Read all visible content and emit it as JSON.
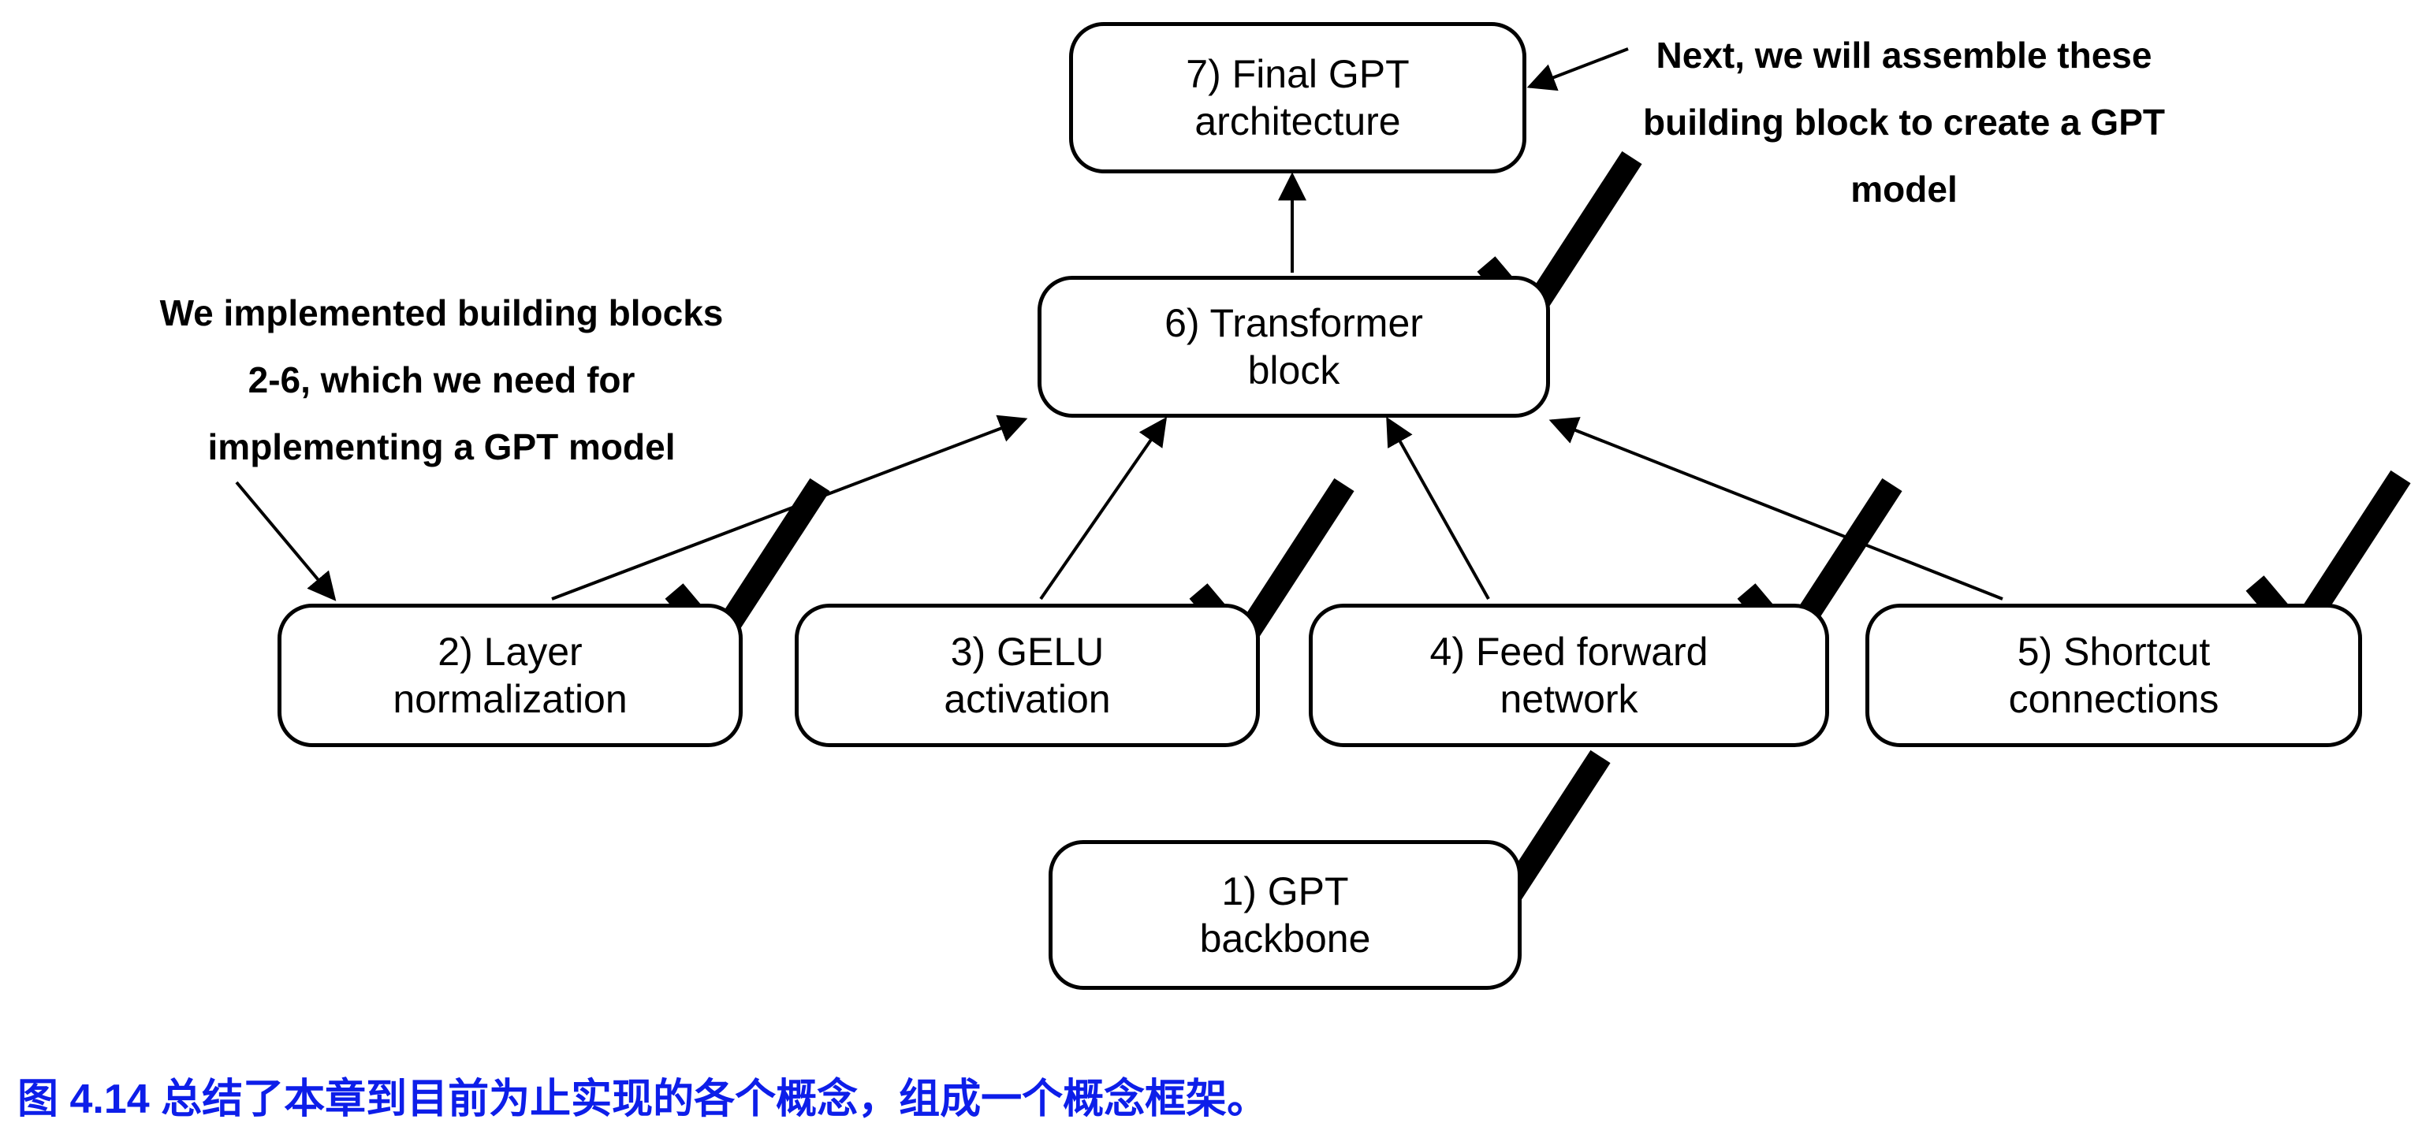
{
  "diagram": {
    "boxes": [
      {
        "label": "1) GPT\nbackbone",
        "checked": true
      },
      {
        "label": "2) Layer\nnormalization",
        "checked": true
      },
      {
        "label": "3) GELU\nactivation",
        "checked": true
      },
      {
        "label": "4) Feed forward\nnetwork",
        "checked": true
      },
      {
        "label": "5) Shortcut\nconnections",
        "checked": true
      },
      {
        "label": "6) Transformer\nblock",
        "checked": true
      },
      {
        "label": "7) Final GPT\narchitecture",
        "checked": false
      }
    ],
    "annotations": {
      "left": "We implemented building blocks\n2-6, which we need for\nimplementing a GPT model",
      "right": "Next, we will assemble these\nbuilding block to create a GPT\nmodel"
    },
    "caption": "图 4.14 总结了本章到目前为止实现的各个概念，组成一个概念框架。"
  },
  "icons": {
    "checkmark": "✔",
    "arrow": "→"
  },
  "colors": {
    "caption_blue": "#0d1ee9",
    "line_black": "#000000",
    "background": "#ffffff"
  }
}
